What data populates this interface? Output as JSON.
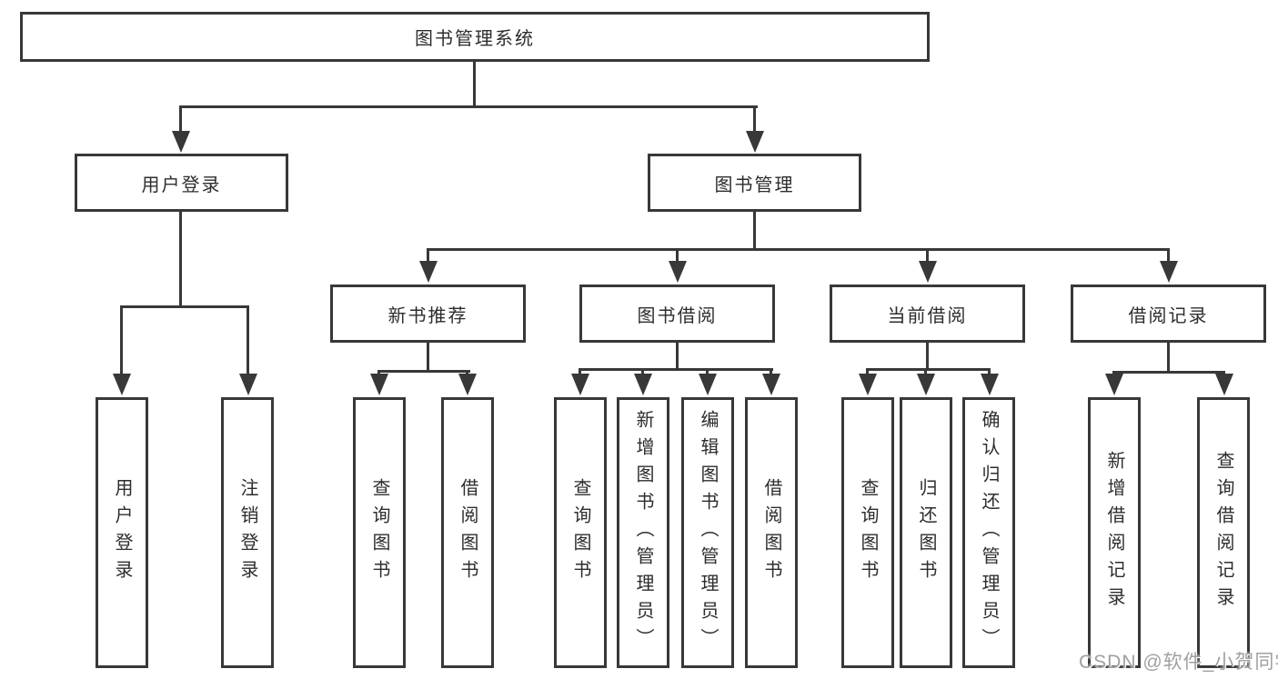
{
  "nodes": {
    "root": "图书管理系统",
    "user_login": "用户登录",
    "book_mgmt": "图书管理",
    "new_book_rec": "新书推荐",
    "book_borrow": "图书借阅",
    "current_borrow": "当前借阅",
    "borrow_records": "借阅记录",
    "leaf_user_login": "用户登录",
    "leaf_logout": "注销登录",
    "leaf_query_book_1": "查询图书",
    "leaf_borrow_book_1": "借阅图书",
    "leaf_query_book_2": "查询图书",
    "leaf_add_book": "新增图书（管理员）",
    "leaf_edit_book": "编辑图书（管理员）",
    "leaf_borrow_book_2": "借阅图书",
    "leaf_query_book_3": "查询图书",
    "leaf_return_book": "归还图书",
    "leaf_confirm_return": "确认归还（管理员）",
    "leaf_add_record": "新增借阅记录",
    "leaf_query_record": "查询借阅记录"
  },
  "watermark": "CSDN @软件_小贺同学",
  "colors": {
    "line": "#383838",
    "text": "#2d2d2d",
    "watermark": "#a0a0a0",
    "box_bg": "#ffffff"
  }
}
